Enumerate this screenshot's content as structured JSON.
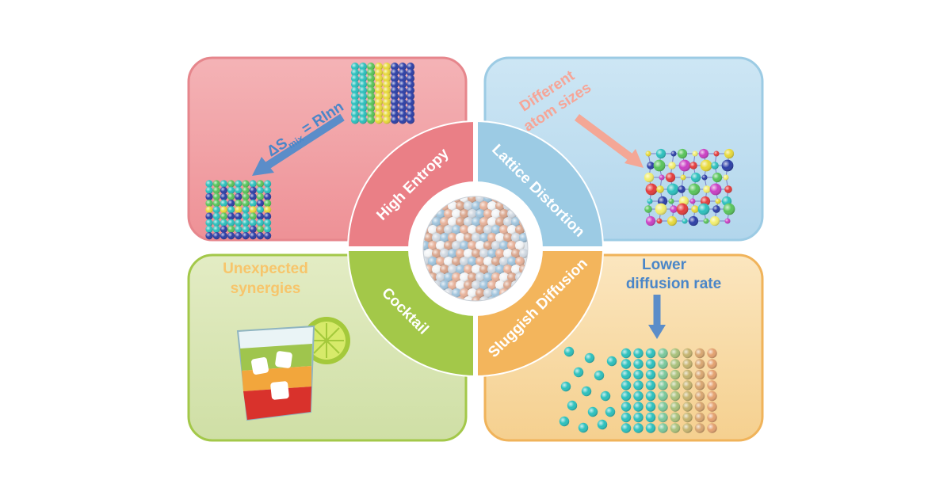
{
  "colors": {
    "high_entropy_panel": "#f2a9ad",
    "lattice_panel": "#bcdcf0",
    "cocktail_panel": "#d7e4b0",
    "sluggish_panel": "#f7d9a0",
    "high_entropy_ring": "#ea7f86",
    "lattice_ring": "#9ccbe4",
    "cocktail_ring": "#a3c849",
    "sluggish_ring": "#f3b55c",
    "atom_teal": "#2bc0bd",
    "atom_blue": "#2b3ea6",
    "atom_yellow": "#e7d93a",
    "atom_green": "#58c45a"
  },
  "icons": {
    "center": "nanoparticle-sphere-icon",
    "cocktail": "cocktail-glass-icon",
    "arrow": "arrow-icon"
  },
  "ring": {
    "high_entropy": "High Entropy",
    "lattice_distortion": "Lattice Distortion",
    "cocktail": "Cocktail",
    "sluggish_diffusion": "Sluggish Diffusion"
  },
  "panels": {
    "high_entropy": {
      "formula_main": "ΔS",
      "formula_sub": "mix",
      "formula_rest": " = Rlnn"
    },
    "lattice_distortion": {
      "line1": "Different",
      "line2": "atom sizes"
    },
    "cocktail": {
      "line1": "Unexpected",
      "line2": "synergies"
    },
    "sluggish_diffusion": {
      "line1": "Lower",
      "line2": "diffusion rate"
    }
  }
}
